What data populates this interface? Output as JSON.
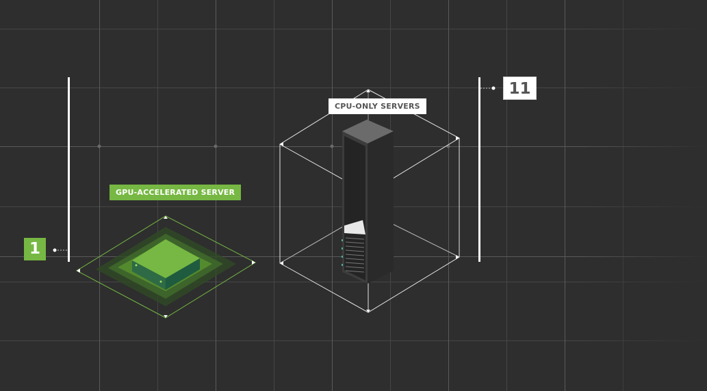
{
  "labels": {
    "gpu_server": "GPU-ACCELERATED SERVER",
    "cpu_servers": "CPU-ONLY SERVERS"
  },
  "counts": {
    "gpu_server_count": "1",
    "cpu_server_count": "11"
  },
  "colors": {
    "background": "#2e2e2e",
    "grid_line": "#4a4a4a",
    "nvidia_green": "#76b843",
    "dark_green": "#1f5b3f",
    "outline_white": "#e6e6e6",
    "rack_dark": "#3a3a3a"
  }
}
